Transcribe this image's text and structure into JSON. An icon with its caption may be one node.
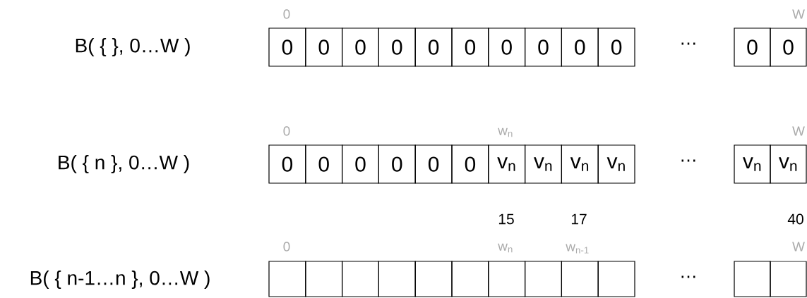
{
  "diagram": {
    "nodes": [
      {
        "text": [
          "0"
        ]
      },
      {
        "text": [
          "0"
        ]
      },
      {
        "text": [
          "0"
        ]
      },
      {
        "text": [
          "0"
        ]
      },
      {
        "text": [
          "0"
        ]
      },
      {
        "text": [
          "0"
        ]
      },
      {
        "text": [
          "0"
        ]
      },
      {
        "text": [
          "0"
        ]
      },
      {
        "text": [
          "0"
        ]
      },
      {
        "text": [
          "0"
        ]
      },
      {
        "text": [
          "0"
        ]
      },
      {
        "text": [
          "0"
        ]
      },
      {
        "text": [
          "0"
        ]
      },
      {
        "text": [
          "0"
        ]
      },
      {
        "text": [
          "0"
        ]
      },
      {
        "text": [
          "0"
        ]
      },
      {
        "text": [
          "0"
        ]
      },
      {
        "text": [
          "0"
        ]
      },
      {
        "text": [
          "v$_{n}$"
        ]
      },
      {
        "text": [
          "v$_{n}$"
        ]
      },
      {
        "text": [
          "v$_{n}$"
        ]
      },
      {
        "text": [
          "v$_{n}$"
        ]
      },
      {
        "text": [
          "v$_{n}$"
        ]
      },
      {
        "text": [
          "v$_{n}$"
        ]
      },
      {
        "text": [],
        "shape": "box"
      },
      {
        "text": [],
        "shape": "box"
      },
      {
        "text": [],
        "shape": "box"
      },
      {
        "text": [],
        "shape": "box"
      },
      {
        "text": [],
        "shape": "box"
      },
      {
        "text": [],
        "shape": "box"
      },
      {
        "text": [],
        "shape": "box"
      },
      {
        "text": [],
        "shape": "box"
      },
      {
        "text": [],
        "shape": "box"
      },
      {
        "text": [],
        "shape": "box"
      },
      {
        "text": [],
        "shape": "box"
      },
      {
        "text": [],
        "shape": "box"
      }
    ],
    "labels": [
      "0",
      "W",
      "B( { }, 0…W )",
      "…",
      "0",
      "w$_{n}$",
      "W",
      "B( { n }, 0…W )",
      "…",
      "15",
      "17",
      "40",
      "0",
      "w$_{n}$",
      "w$_{n-1}$",
      "W",
      "B( { n-1…n }, 0…W )",
      "…"
    ]
  }
}
